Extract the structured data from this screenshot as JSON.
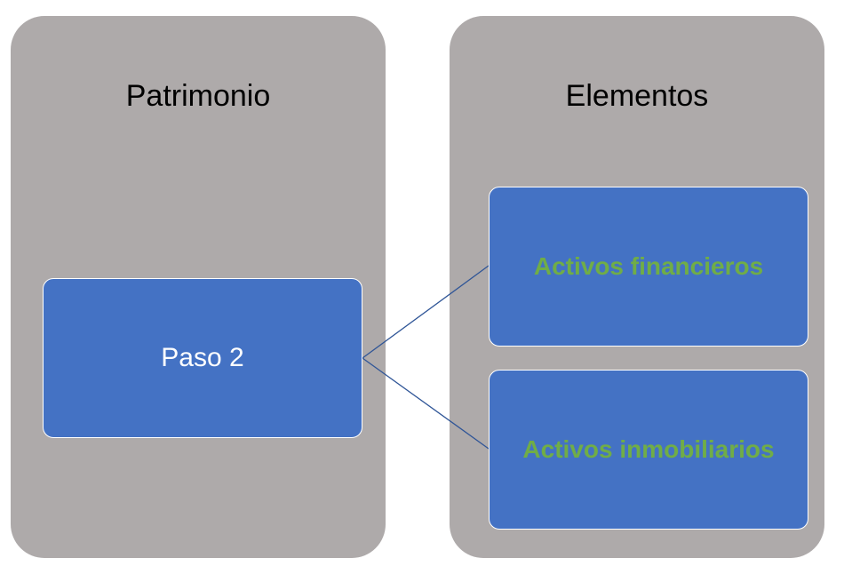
{
  "columns": {
    "left_title": "Patrimonio",
    "right_title": "Elementos"
  },
  "nodes": {
    "root": "Paso 2",
    "children": [
      "Activos financieros",
      "Activos inmobiliarios"
    ]
  },
  "colors": {
    "column_background": "#aeaaaa",
    "node_fill": "#4472c4",
    "root_text": "#ffffff",
    "child_text": "#70ad47",
    "connector": "#2f5597"
  }
}
